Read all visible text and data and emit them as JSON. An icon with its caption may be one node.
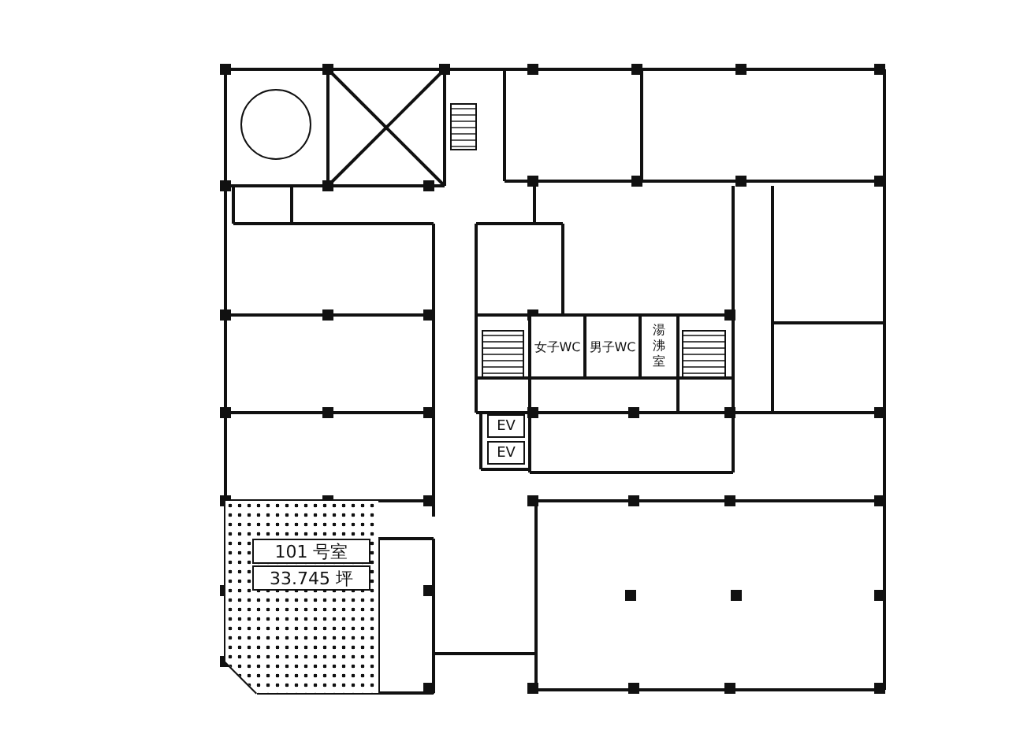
{
  "diagram": {
    "nodes": [
      {
        "text": [
          "女子WC"
        ]
      },
      {
        "text": [
          "男子WC"
        ]
      },
      {
        "text": [
          "湯沸室"
        ]
      },
      {
        "text": [
          "EV"
        ]
      },
      {
        "text": [
          "EV"
        ]
      },
      {
        "text": [
          "101 号室",
          "33.745 坪"
        ]
      }
    ],
    "edges": []
  }
}
